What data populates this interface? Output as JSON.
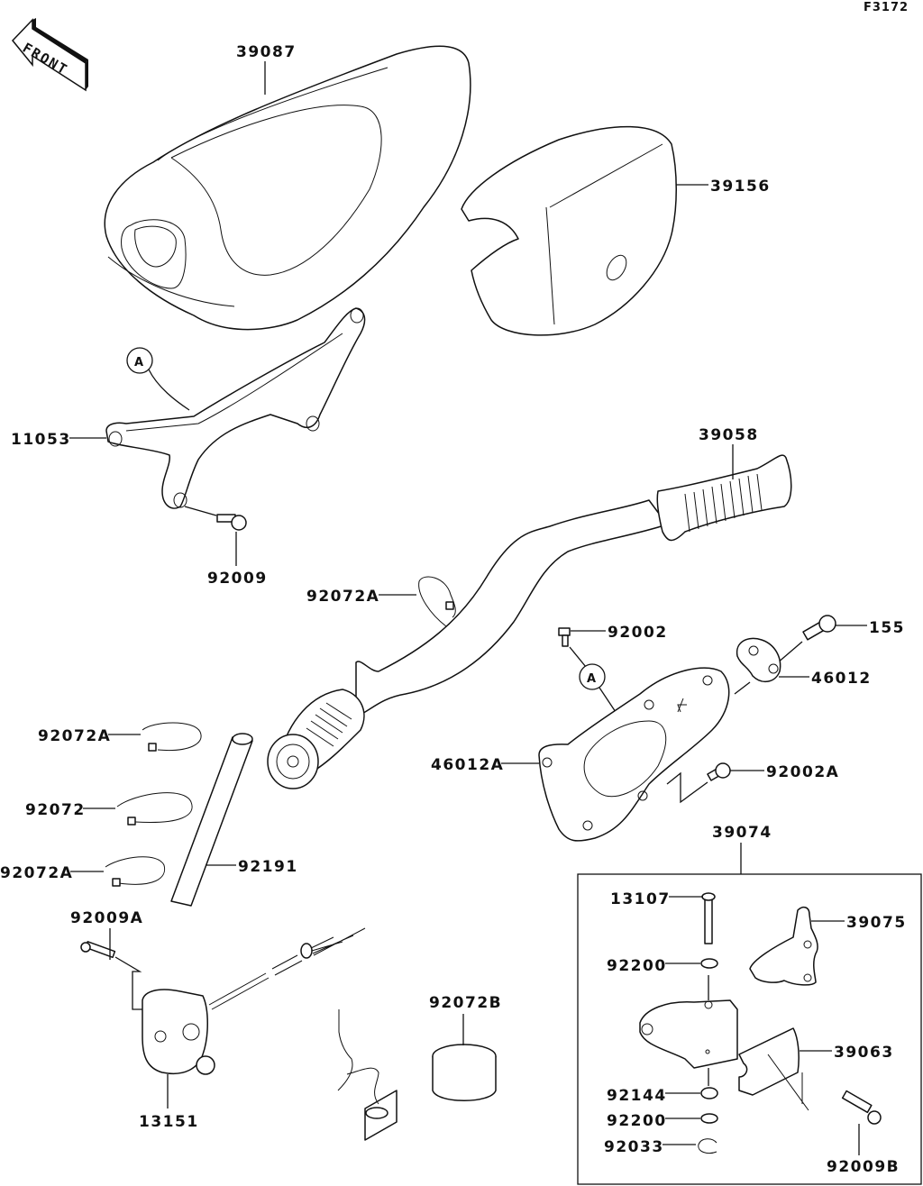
{
  "diagram": {
    "figure_id": "F3172",
    "direction_label": "FRONT",
    "reference_marker": "A",
    "parts": {
      "p39087": "39087",
      "p39156": "39156",
      "p11053": "11053",
      "p92009": "92009",
      "p39058": "39058",
      "p92072A_top": "92072A",
      "p92002": "92002",
      "p155": "155",
      "p46012": "46012",
      "p46012A": "46012A",
      "p92002A": "92002A",
      "p92072A_1": "92072A",
      "p92072": "92072",
      "p92072A_2": "92072A",
      "p92191": "92191",
      "p39074": "39074",
      "p92009A": "92009A",
      "p13151": "13151",
      "p92072B": "92072B",
      "p13107": "13107",
      "p39075": "39075",
      "p92200_top": "92200",
      "p39063": "39063",
      "p92144": "92144",
      "p92200_bottom": "92200",
      "p92033": "92033",
      "p92009B": "92009B"
    }
  }
}
